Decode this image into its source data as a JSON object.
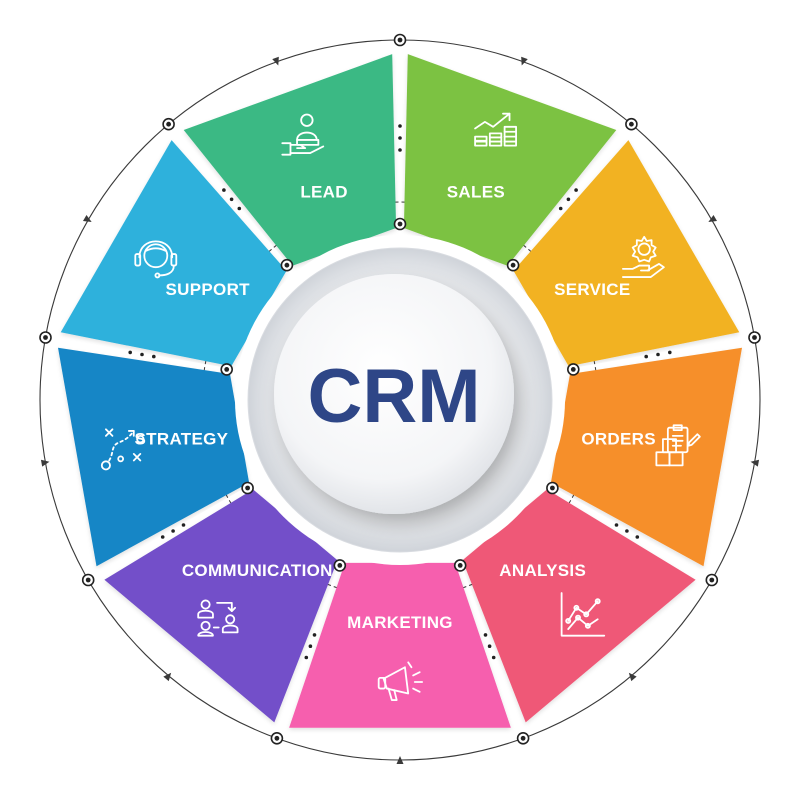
{
  "center": {
    "title": "CRM"
  },
  "segments": [
    {
      "label": "SALES",
      "color": "#7cc243",
      "icon": "sales-growth-icon"
    },
    {
      "label": "SERVICE",
      "color": "#f2b221",
      "icon": "gear-hand-icon"
    },
    {
      "label": "ORDERS",
      "color": "#f68f2a",
      "icon": "clipboard-boxes-icon"
    },
    {
      "label": "ANALYSIS",
      "color": "#ef5877",
      "icon": "line-chart-icon"
    },
    {
      "label": "MARKETING",
      "color": "#f65fae",
      "icon": "megaphone-icon"
    },
    {
      "label": "COMMUNICATION",
      "color": "#7350c9",
      "icon": "people-exchange-icon"
    },
    {
      "label": "STRATEGY",
      "color": "#1786c6",
      "icon": "strategy-play-icon"
    },
    {
      "label": "SUPPORT",
      "color": "#2eb1dc",
      "icon": "headset-icon"
    },
    {
      "label": "LEAD",
      "color": "#3ab984",
      "icon": "person-hand-icon"
    }
  ]
}
